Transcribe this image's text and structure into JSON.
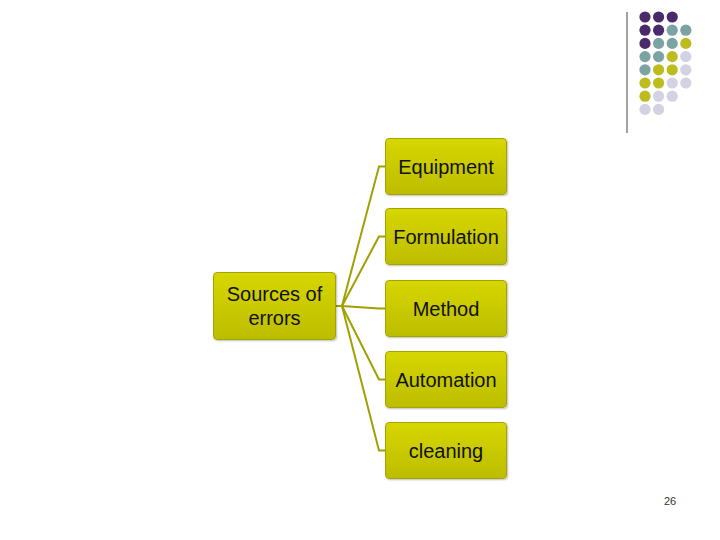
{
  "diagram": {
    "nodes": [
      {
        "text": [
          "Sources of errors"
        ]
      },
      {
        "text": [
          "Equipment"
        ]
      },
      {
        "text": [
          "Formulation"
        ]
      },
      {
        "text": [
          "Method"
        ]
      },
      {
        "text": [
          "Automation"
        ]
      },
      {
        "text": [
          "cleaning"
        ]
      }
    ],
    "edges": [
      {
        "from": 0,
        "to": 1,
        "arrow": "none"
      },
      {
        "from": 0,
        "to": 2,
        "arrow": "none"
      },
      {
        "from": 0,
        "to": 3,
        "arrow": "none"
      },
      {
        "from": 0,
        "to": 4,
        "arrow": "none"
      },
      {
        "from": 0,
        "to": 5,
        "arrow": "none"
      }
    ],
    "labels": [
      "26"
    ]
  }
}
